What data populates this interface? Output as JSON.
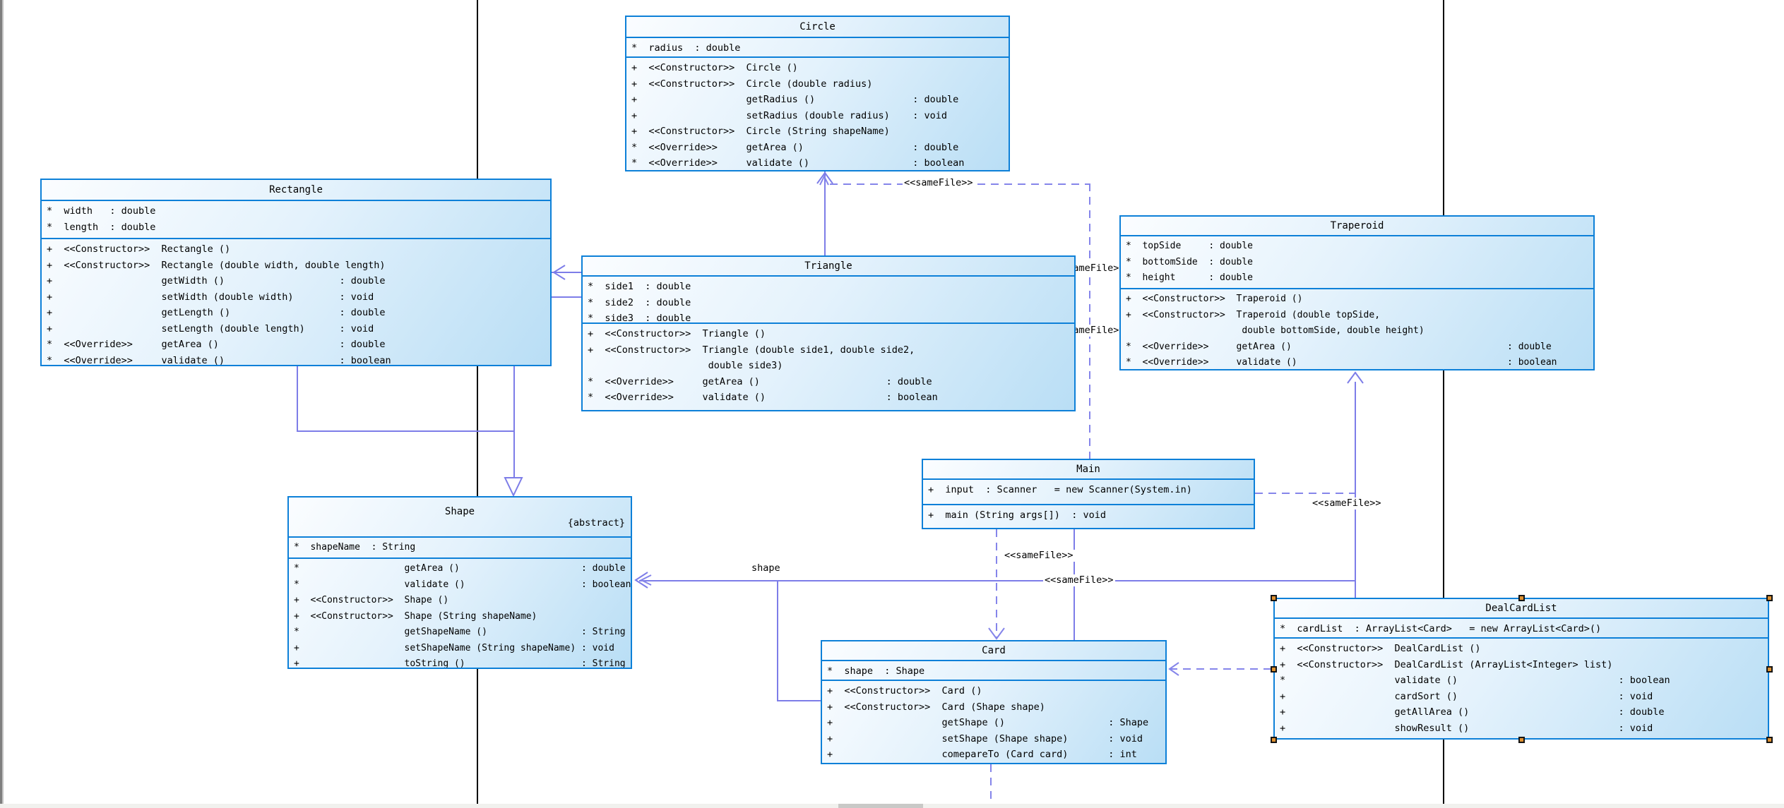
{
  "diagram": {
    "classes": [
      {
        "name": "Circle",
        "tag": "",
        "attributes": [
          "*  radius  : double"
        ],
        "methods": [
          "+  <<Constructor>>  Circle ()",
          "+  <<Constructor>>  Circle (double radius)",
          "+                   getRadius ()                 : double",
          "+                   setRadius (double radius)    : void",
          "+  <<Constructor>>  Circle (String shapeName)",
          "*  <<Override>>     getArea ()                   : double",
          "*  <<Override>>     validate ()                  : boolean"
        ]
      },
      {
        "name": "Rectangle",
        "tag": "",
        "attributes": [
          "*  width   : double",
          "*  length  : double"
        ],
        "methods": [
          "+  <<Constructor>>  Rectangle ()",
          "+  <<Constructor>>  Rectangle (double width, double length)",
          "+                   getWidth ()                    : double",
          "+                   setWidth (double width)        : void",
          "+                   getLength ()                   : double",
          "+                   setLength (double length)      : void",
          "*  <<Override>>     getArea ()                     : double",
          "*  <<Override>>     validate ()                    : boolean"
        ]
      },
      {
        "name": "Triangle",
        "tag": "",
        "attributes": [
          "*  side1  : double",
          "*  side2  : double",
          "*  side3  : double"
        ],
        "methods": [
          "+  <<Constructor>>  Triangle ()",
          "+  <<Constructor>>  Triangle (double side1, double side2,",
          "                     double side3)",
          "*  <<Override>>     getArea ()                      : double",
          "*  <<Override>>     validate ()                     : boolean"
        ]
      },
      {
        "name": "Traperoid",
        "tag": "",
        "attributes": [
          "*  topSide     : double",
          "*  bottomSide  : double",
          "*  height      : double"
        ],
        "methods": [
          "+  <<Constructor>>  Traperoid ()",
          "+  <<Constructor>>  Traperoid (double topSide,",
          "                     double bottomSide, double height)",
          "*  <<Override>>     getArea ()                                       : double",
          "*  <<Override>>     validate ()                                      : boolean"
        ]
      },
      {
        "name": "Shape",
        "tag": "{abstract}",
        "attributes": [
          "*  shapeName  : String"
        ],
        "methods": [
          "*                   getArea ()                      : double",
          "*                   validate ()                     : boolean",
          "+  <<Constructor>>  Shape ()",
          "+  <<Constructor>>  Shape (String shapeName)",
          "*                   getShapeName ()                 : String",
          "+                   setShapeName (String shapeName) : void",
          "+                   toString ()                     : String"
        ]
      },
      {
        "name": "Main",
        "tag": "",
        "attributes": [
          "+  input  : Scanner   = new Scanner(System.in)"
        ],
        "methods": [
          "+  main (String args[])  : void"
        ]
      },
      {
        "name": "Card",
        "tag": "",
        "attributes": [
          "*  shape  : Shape"
        ],
        "methods": [
          "+  <<Constructor>>  Card ()",
          "+  <<Constructor>>  Card (Shape shape)",
          "+                   getShape ()                  : Shape",
          "+                   setShape (Shape shape)       : void",
          "+                   comepareTo (Card card)       : int"
        ]
      },
      {
        "name": "DealCardList",
        "tag": "",
        "attributes": [
          "*  cardList  : ArrayList<Card>   = new ArrayList<Card>()"
        ],
        "methods": [
          "+  <<Constructor>>  DealCardList ()",
          "+  <<Constructor>>  DealCardList (ArrayList<Integer> list)",
          "*                   validate ()                            : boolean",
          "+                   cardSort ()                            : void",
          "+                   getAllArea ()                          : double",
          "+                   showResult ()                          : void"
        ]
      }
    ],
    "labels": {
      "samefile": "<<sameFile>>",
      "shape_role": "shape"
    }
  }
}
